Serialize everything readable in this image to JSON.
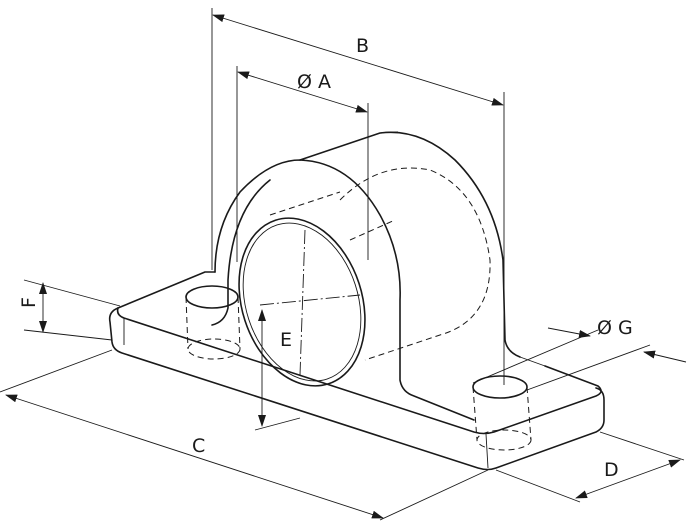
{
  "labels": {
    "B": "B",
    "A": "Ø A",
    "G": "Ø G",
    "F": "F",
    "E": "E",
    "C": "C",
    "D": "D"
  }
}
